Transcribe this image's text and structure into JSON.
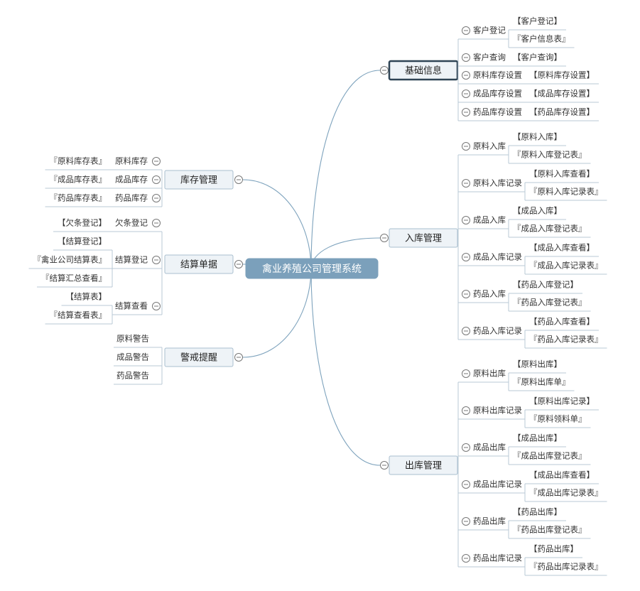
{
  "root": "禽业养殖公司管理系统",
  "right": [
    {
      "label": "基础信息",
      "selected": true,
      "children": [
        {
          "label": "客户登记",
          "leaves": [
            "【客户登记】",
            "『客户信息表』"
          ]
        },
        {
          "label": "客户查询",
          "leaves": [
            "【客户查询】"
          ]
        },
        {
          "label": "原料库存设置",
          "leaves": [
            "【原料库存设置】"
          ]
        },
        {
          "label": "成品库存设置",
          "leaves": [
            "【成品库存设置】"
          ]
        },
        {
          "label": "药品库存设置",
          "leaves": [
            "【药品库存设置】"
          ]
        }
      ]
    },
    {
      "label": "入库管理",
      "children": [
        {
          "label": "原料入库",
          "leaves": [
            "【原料入库】",
            "『原料入库登记表』"
          ]
        },
        {
          "label": "原料入库记录",
          "leaves": [
            "【原料入库查看】",
            "『原料入库记录表』"
          ]
        },
        {
          "label": "成品入库",
          "leaves": [
            "【成品入库】",
            "『成品入库登记表』"
          ]
        },
        {
          "label": "成品入库记录",
          "leaves": [
            "【成品入库查看】",
            "『成品入库记录表』"
          ]
        },
        {
          "label": "药品入库",
          "leaves": [
            "【药品入库登记】",
            "『药品入库登记表』"
          ]
        },
        {
          "label": "药品入库记录",
          "leaves": [
            "【药品入库查看】",
            "『药品入库记录表』"
          ]
        }
      ]
    },
    {
      "label": "出库管理",
      "children": [
        {
          "label": "原料出库",
          "leaves": [
            "【原料出库】",
            "『原料出库单』"
          ]
        },
        {
          "label": "原料出库记录",
          "leaves": [
            "【原料出库记录】",
            "『原料领料单』"
          ]
        },
        {
          "label": "成品出库",
          "leaves": [
            "【成品出库】",
            "『成品出库登记表』"
          ]
        },
        {
          "label": "成品出库记录",
          "leaves": [
            "【成品出库查看】",
            "『成品出库记录表』"
          ]
        },
        {
          "label": "药品出库",
          "leaves": [
            "【药品出库】",
            "『药品出库登记表』"
          ]
        },
        {
          "label": "药品出库记录",
          "leaves": [
            "【药品出库】",
            "『药品出库记录表』"
          ]
        }
      ]
    }
  ],
  "left": [
    {
      "label": "库存管理",
      "children": [
        {
          "label": "原料库存",
          "leaves": [
            "『原料库存表』"
          ]
        },
        {
          "label": "成品库存",
          "leaves": [
            "『成品库存表』"
          ]
        },
        {
          "label": "药品库存",
          "leaves": [
            "『药品库存表』"
          ]
        }
      ]
    },
    {
      "label": "结算单据",
      "children": [
        {
          "label": "欠条登记",
          "leaves": [
            "【欠条登记】"
          ]
        },
        {
          "label": "结算登记",
          "leaves": [
            "【结算登记】",
            "『禽业公司结算表』",
            "『结算汇总查看』"
          ]
        },
        {
          "label": "结算查看",
          "leaves": [
            "【结算表】",
            "『结算查看表』"
          ]
        }
      ]
    },
    {
      "label": "警戒提醒",
      "children": [
        {
          "label": "原料警告",
          "leaves": []
        },
        {
          "label": "成品警告",
          "leaves": []
        },
        {
          "label": "药品警告",
          "leaves": []
        }
      ]
    }
  ],
  "colors": {
    "root": "#7ba0bb",
    "branch_line": "#7ea3bd",
    "leaf_line": "#b9c9d6",
    "main_fill": "#eef3f7",
    "main_border": "#a9bfcf",
    "selected_border": "#2f4455"
  }
}
